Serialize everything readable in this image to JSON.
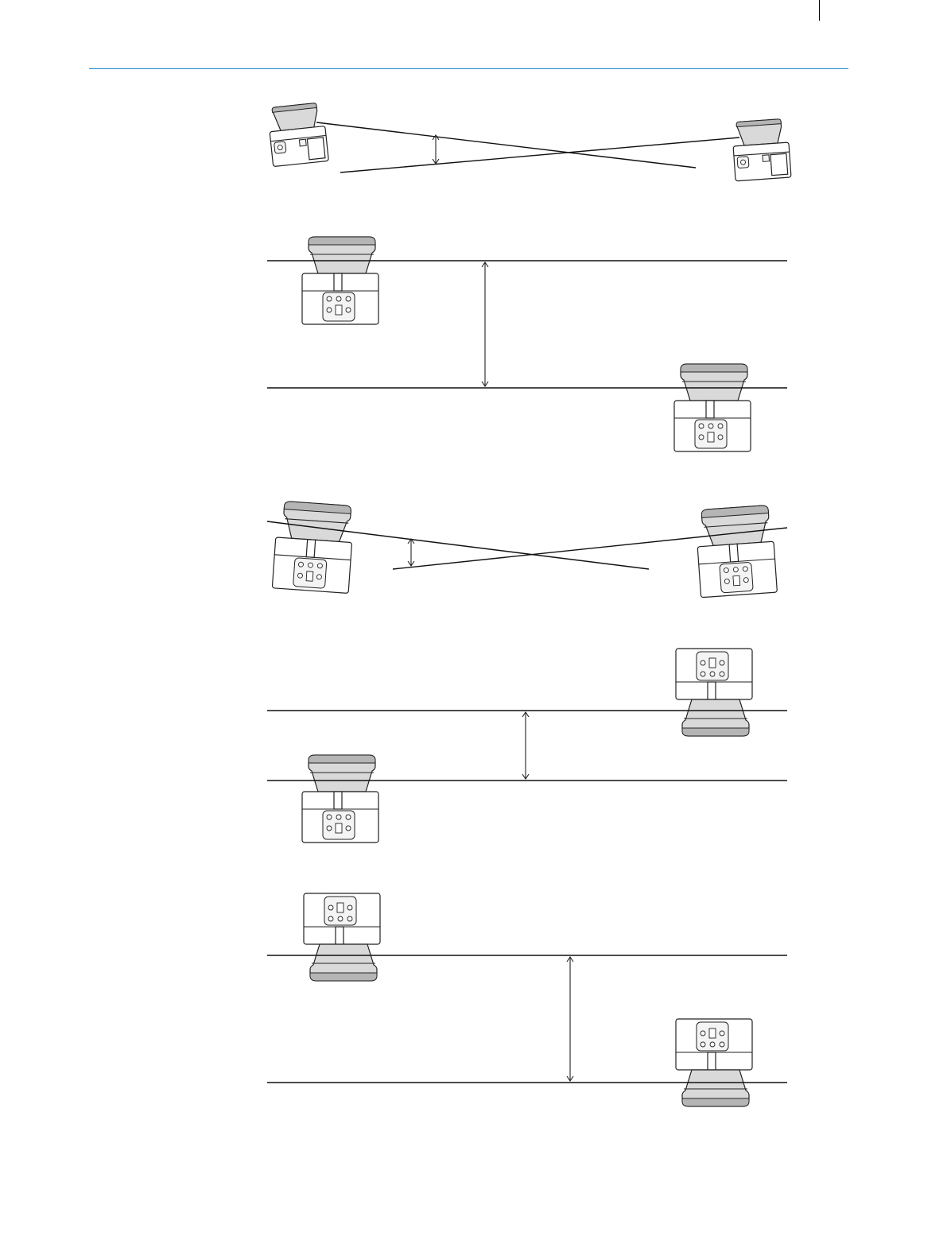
{
  "page": {
    "header_rule_color": "#1a8ad4",
    "line_color": "#111111",
    "device_head_color": "#d9d9d9"
  },
  "figures": [
    {
      "id": "fig-1",
      "view": "side",
      "arrangement": "crossed-beams-angle",
      "device_left_icon": "scanner-side-icon",
      "device_right_icon": "scanner-side-icon"
    },
    {
      "id": "fig-2",
      "view": "front",
      "arrangement": "parallel-offset-distance",
      "device_left_icon": "scanner-front-icon",
      "device_right_icon": "scanner-front-icon"
    },
    {
      "id": "fig-3",
      "view": "front-tilted",
      "arrangement": "crossed-beams-angle",
      "device_left_icon": "scanner-front-icon",
      "device_right_icon": "scanner-front-icon"
    },
    {
      "id": "fig-4",
      "view": "front",
      "arrangement": "parallel-offset-inverted-right",
      "device_left_icon": "scanner-front-icon",
      "device_right_icon": "scanner-inverted-icon"
    },
    {
      "id": "fig-5",
      "view": "front",
      "arrangement": "parallel-offset-both-inverted",
      "device_left_icon": "scanner-inverted-icon",
      "device_right_icon": "scanner-inverted-icon"
    }
  ]
}
